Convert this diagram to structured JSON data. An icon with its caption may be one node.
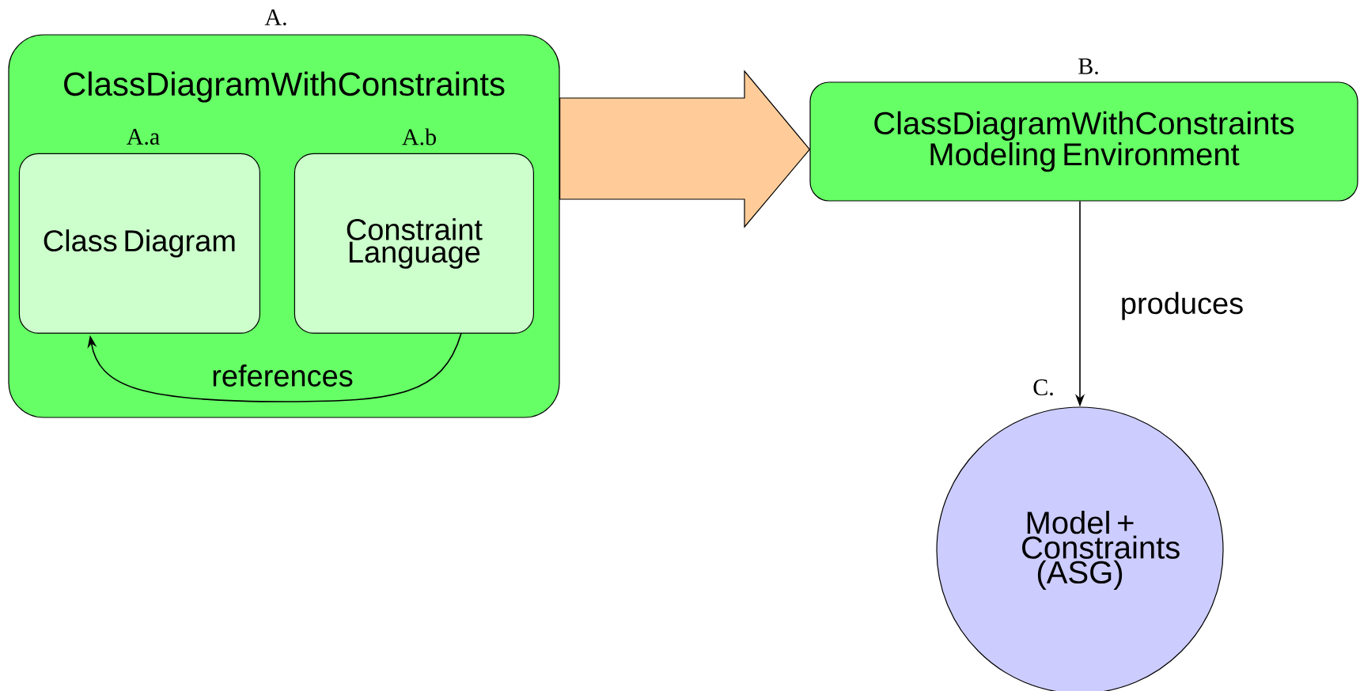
{
  "diagram": {
    "nodes": [
      {
        "text": [
          "ClassDiagramWithConstraints"
        ],
        "beside": [
          "A."
        ]
      },
      {
        "text": [
          "Class Diagram"
        ],
        "in": 0,
        "beside": [
          "A.a"
        ]
      },
      {
        "text": [
          "Constraint Language"
        ],
        "in": 0,
        "beside": [
          "A.b"
        ]
      },
      {
        "text": [
          "ClassDiagramWithConstraints Modeling Environment"
        ],
        "beside": [
          "B."
        ]
      },
      {
        "text": [
          "Model + Constraints (ASG)"
        ],
        "beside": [
          "C."
        ]
      }
    ],
    "edges": [
      {
        "from": 0,
        "to": 3,
        "arrow": "to",
        "style": "thick",
        "color": "#ffcc99"
      },
      {
        "from": 2,
        "to": 1,
        "arrow": "to",
        "label": "references"
      },
      {
        "from": 3,
        "to": 4,
        "arrow": "to",
        "label": "produces"
      }
    ]
  }
}
